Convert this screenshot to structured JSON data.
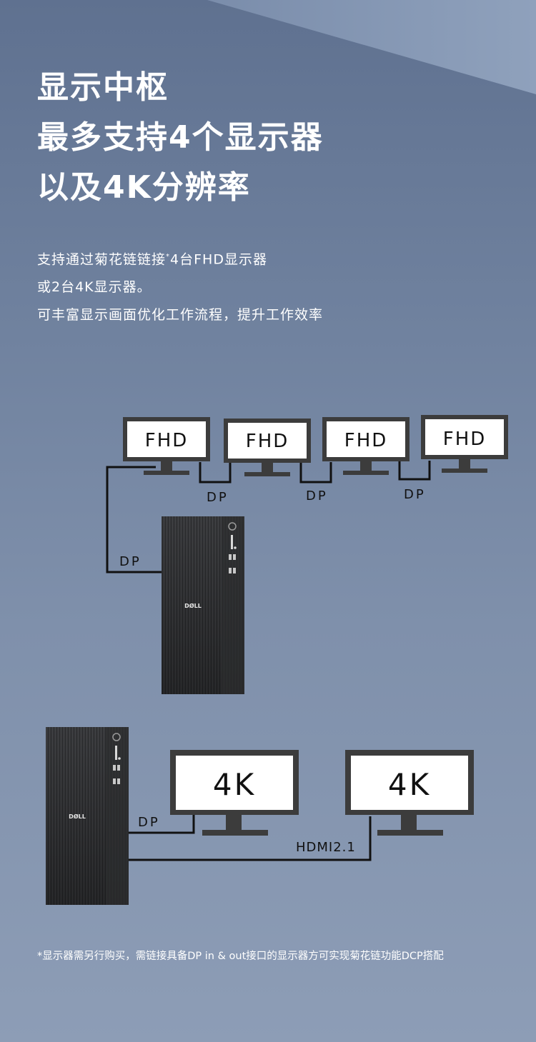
{
  "headline": {
    "line1": "显示中枢",
    "line2": "最多支持4个显示器",
    "line3": "以及4K分辨率"
  },
  "description": {
    "line1_pre": "支持通过菊花链链接",
    "line1_sup": "*",
    "line1_post": "4台FHD显示器",
    "line2": "或2台4K显示器。",
    "line3": "可丰富显示画面优化工作流程，提升工作效率"
  },
  "diagram_top": {
    "monitors": [
      "FHD",
      "FHD",
      "FHD",
      "FHD"
    ],
    "links": [
      "DP",
      "DP",
      "DP"
    ],
    "pc_link": "DP",
    "pc_logo": "DØLL"
  },
  "diagram_bottom": {
    "monitors": [
      "4K",
      "4K"
    ],
    "link_dp": "DP",
    "link_hdmi": "HDMI2.1",
    "pc_logo": "DØLL"
  },
  "footnote": "*显示器需另行购买，需链接具备DP in & out接口的显示器方可实现菊花链功能DCP搭配"
}
